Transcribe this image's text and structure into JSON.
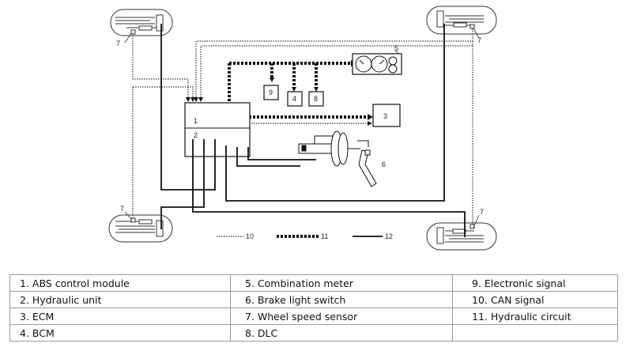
{
  "callouts": {
    "n1": "1",
    "n2": "2",
    "n3": "3",
    "n4": "4",
    "n5": "5",
    "n6": "6",
    "n7": "7",
    "n8": "8",
    "n9": "9",
    "n10": "10",
    "n11": "11",
    "n12": "12"
  },
  "legend": {
    "rows": [
      [
        "1. ABS control module",
        "5. Combination meter",
        "9. Electronic signal"
      ],
      [
        "2. Hydraulic unit",
        "6. Brake light switch",
        "10. CAN signal"
      ],
      [
        "3. ECM",
        "7. Wheel speed sensor",
        "11. Hydraulic circuit"
      ],
      [
        "4. BCM",
        "8. DLC",
        ""
      ]
    ]
  },
  "colors": {
    "line": "#111111",
    "grid": "#9a9a9a"
  }
}
